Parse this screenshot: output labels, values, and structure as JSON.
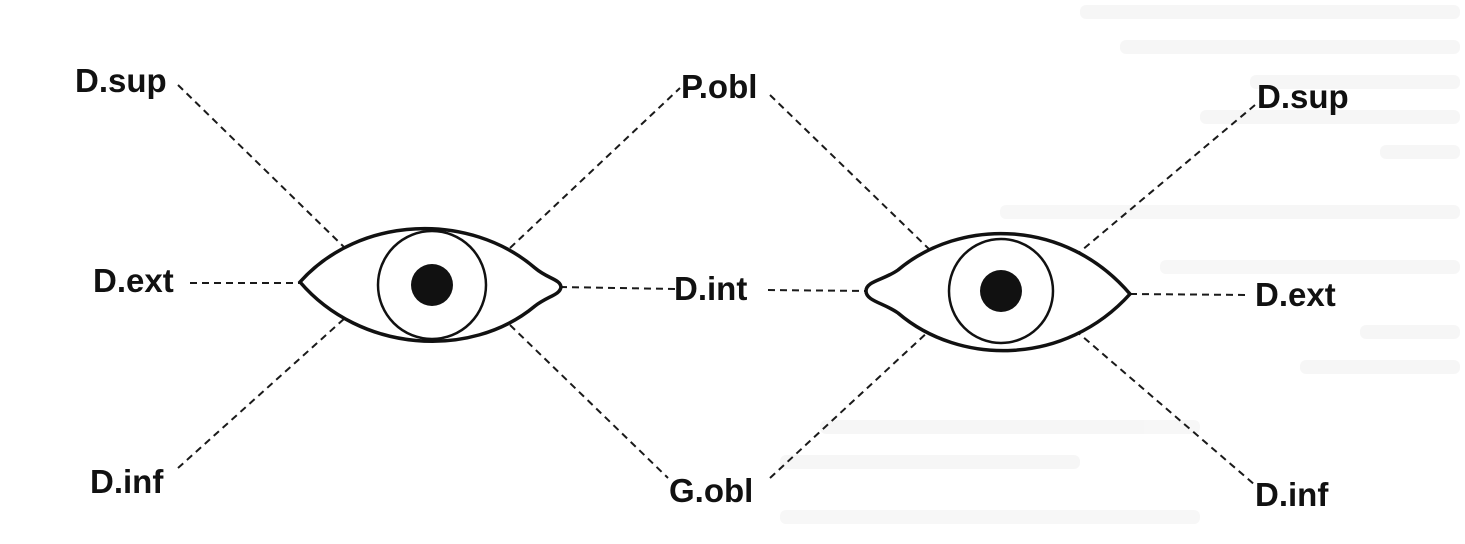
{
  "labels": {
    "left_eye": {
      "d_sup": "D.sup",
      "d_ext": "D.ext",
      "d_inf": "D.inf"
    },
    "center": {
      "p_obl": "P.obl",
      "d_int": "D.int",
      "g_obl": "G.obl"
    },
    "right_eye": {
      "d_sup": "D.sup",
      "d_ext": "D.ext",
      "d_inf": "D.inf"
    }
  },
  "colors": {
    "ink": "#111111",
    "paper": "#ffffff",
    "bleed_through": "#f0f0f0"
  }
}
